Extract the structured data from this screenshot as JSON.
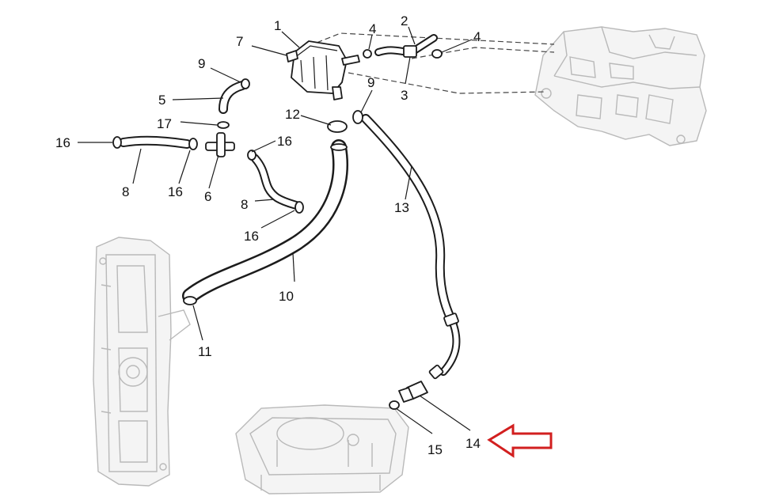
{
  "callouts": [
    {
      "id": "c1",
      "text": "1"
    },
    {
      "id": "c2",
      "text": "2"
    },
    {
      "id": "c3",
      "text": "3"
    },
    {
      "id": "c4a",
      "text": "4"
    },
    {
      "id": "c4b",
      "text": "4"
    },
    {
      "id": "c5",
      "text": "5"
    },
    {
      "id": "c6",
      "text": "6"
    },
    {
      "id": "c7",
      "text": "7"
    },
    {
      "id": "c8a",
      "text": "8"
    },
    {
      "id": "c8b",
      "text": "8"
    },
    {
      "id": "c9a",
      "text": "9"
    },
    {
      "id": "c9b",
      "text": "9"
    },
    {
      "id": "c10",
      "text": "10"
    },
    {
      "id": "c11",
      "text": "11"
    },
    {
      "id": "c12",
      "text": "12"
    },
    {
      "id": "c13",
      "text": "13"
    },
    {
      "id": "c14",
      "text": "14"
    },
    {
      "id": "c15",
      "text": "15"
    },
    {
      "id": "c16a",
      "text": "16"
    },
    {
      "id": "c16b",
      "text": "16"
    },
    {
      "id": "c16c",
      "text": "16"
    },
    {
      "id": "c16d",
      "text": "16"
    },
    {
      "id": "c17",
      "text": "17"
    }
  ],
  "highlight_arrow": {
    "color": "#d21f1f",
    "points_to": "14"
  }
}
